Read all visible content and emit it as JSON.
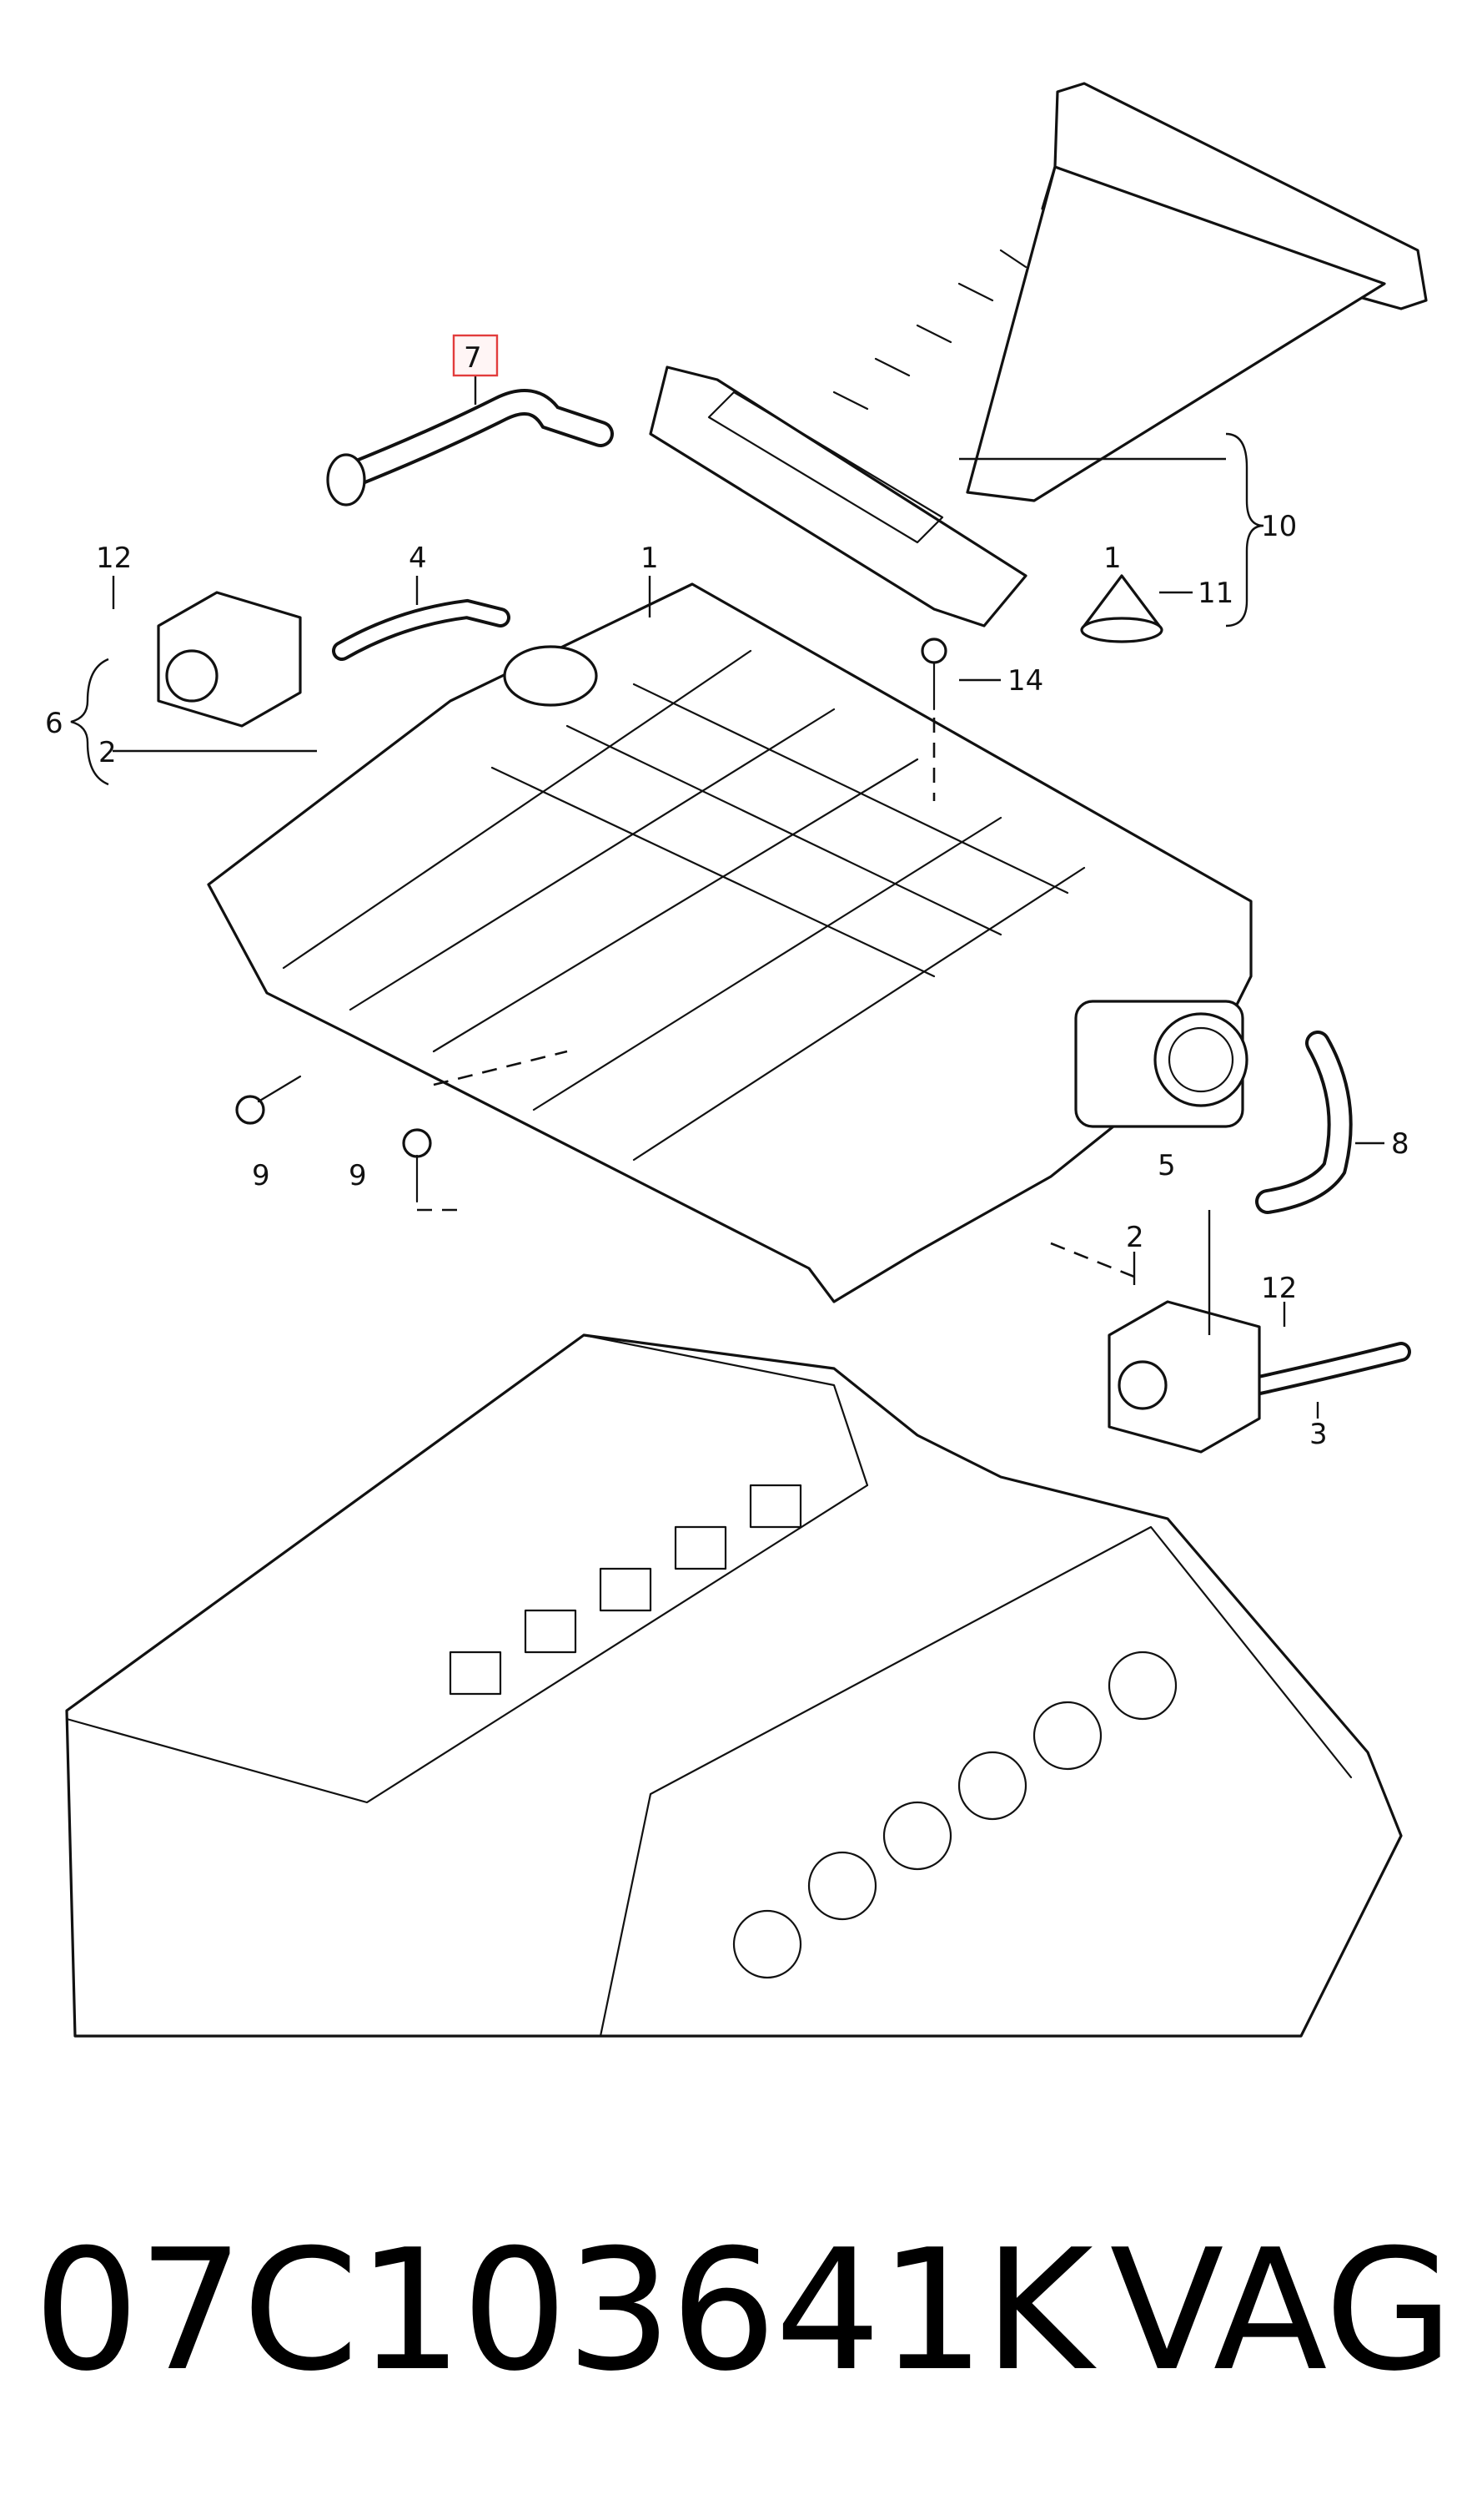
{
  "diagram": {
    "callouts": {
      "c1": "1",
      "c1b": "1",
      "c2a": "2",
      "c2b": "2",
      "c3": "3",
      "c4": "4",
      "c5": "5",
      "c6": "6",
      "c7": "7",
      "c8": "8",
      "c9a": "9",
      "c9b": "9",
      "c10": "10",
      "c11": "11",
      "c12a": "12",
      "c12b": "12",
      "c14": "14"
    },
    "highlighted_callout": "7",
    "highlight_color": "#e23c3c"
  },
  "footer": {
    "part_number": "07C103641K",
    "brand": "VAG"
  }
}
